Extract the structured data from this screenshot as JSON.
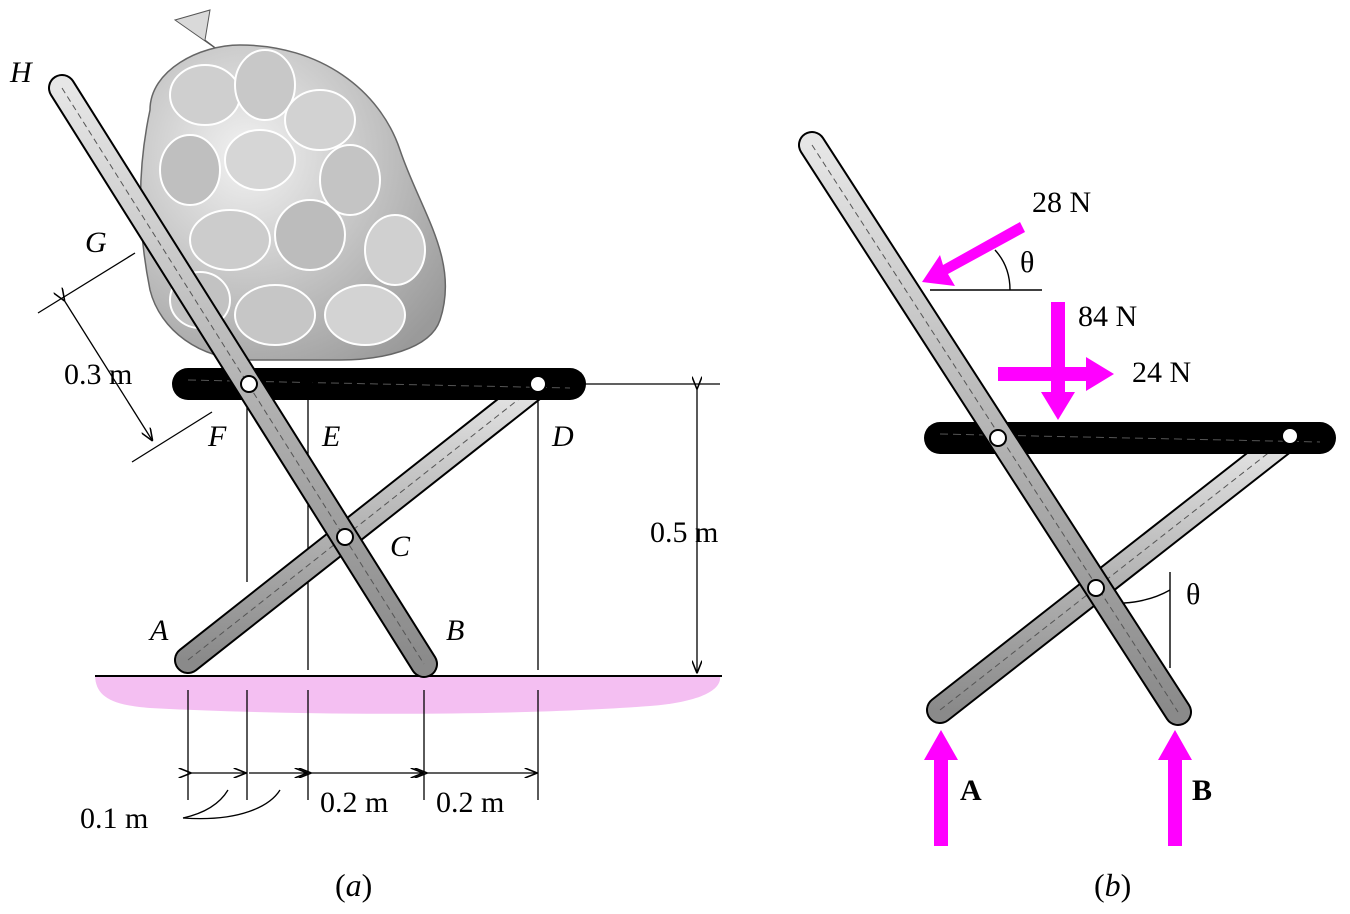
{
  "figure_a": {
    "caption": "(a)",
    "points": {
      "H": "H",
      "G": "G",
      "F": "F",
      "E": "E",
      "D": "D",
      "C": "C",
      "A": "A",
      "B": "B"
    },
    "dims": {
      "d03": "0.3 m",
      "d05": "0.5 m",
      "d01": "0.1 m",
      "d02a": "0.2 m",
      "d02b": "0.2 m"
    }
  },
  "figure_b": {
    "caption": "(b)",
    "forces": {
      "f28": "28 N",
      "f84": "84 N",
      "f24": "24 N",
      "A": "A",
      "B": "B"
    },
    "angles": {
      "theta_top": "θ",
      "theta_bottom": "θ"
    }
  },
  "colors": {
    "force": "#ff00ff",
    "ground": "#f2b8f0",
    "bar": "#bdbdbd"
  }
}
